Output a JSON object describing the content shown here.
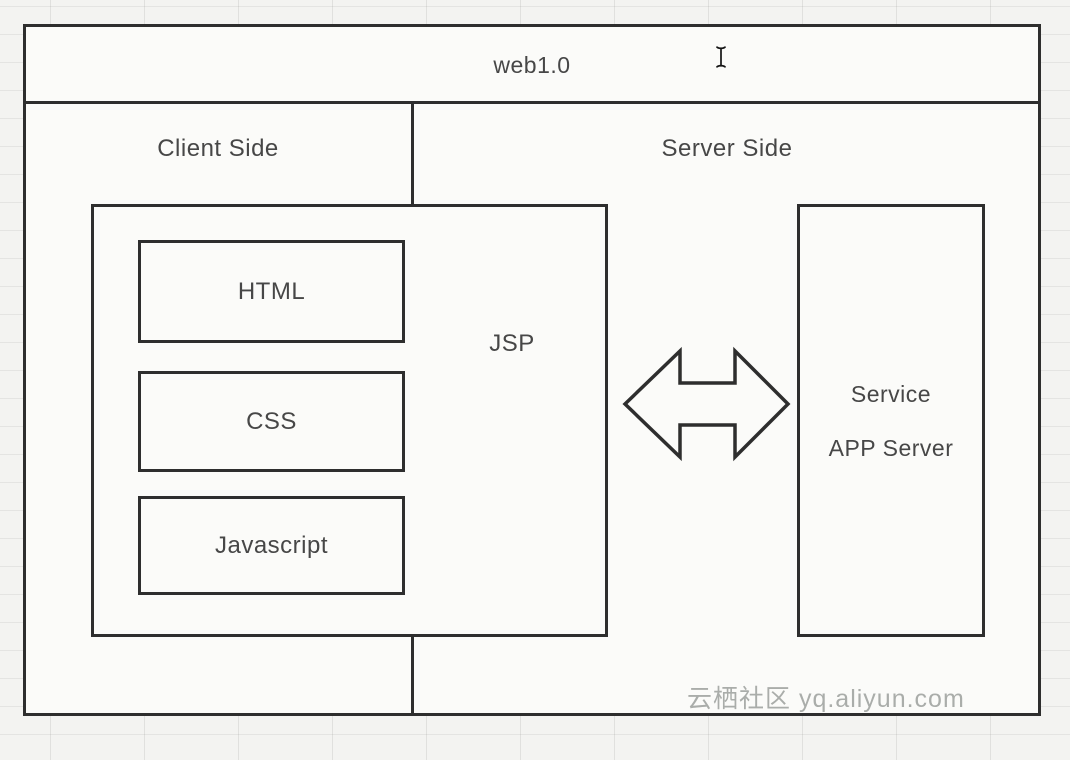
{
  "canvas": {
    "bg_color": "#f3f3f1",
    "shape_fill": "#fbfbf9",
    "stroke_color": "#2e2e2e",
    "text_color": "#474747",
    "watermark_color": "#9da09d"
  },
  "diagram": {
    "title": "web1.0",
    "panes": {
      "client": "Client Side",
      "server": "Server Side"
    },
    "client_stack": {
      "container_label": "JSP",
      "items": [
        "HTML",
        "CSS",
        "Javascript"
      ]
    },
    "server_box": {
      "line1": "Service",
      "line2": "APP Server"
    },
    "arrow": "bidirectional-arrow"
  },
  "cursor": "text-ibeam",
  "watermark": "云栖社区 yq.aliyun.com"
}
